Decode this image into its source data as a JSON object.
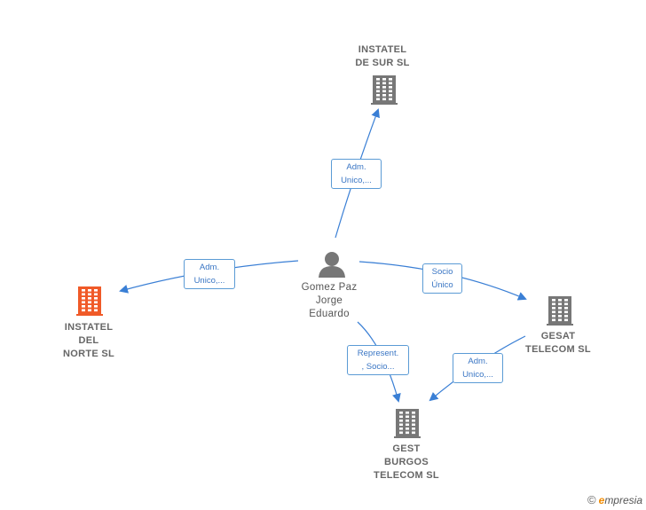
{
  "nodes": {
    "instatel_sur": {
      "lines": [
        "INSTATEL",
        "DE SUR  SL"
      ],
      "color": "#777777"
    },
    "instatel_norte": {
      "lines": [
        "INSTATEL",
        "DEL",
        "NORTE  SL"
      ],
      "color": "#f05a28"
    },
    "gesat": {
      "lines": [
        "GESAT",
        "TELECOM  SL"
      ],
      "color": "#777777"
    },
    "gest_burgos": {
      "lines": [
        "GEST",
        "BURGOS",
        "TELECOM  SL"
      ],
      "color": "#777777"
    },
    "person": {
      "lines": [
        "Gomez Paz",
        "Jorge",
        "Eduardo"
      ],
      "color": "#777777"
    }
  },
  "edges": {
    "to_sur": [
      "Adm.",
      "Unico,..."
    ],
    "to_norte": [
      "Adm.",
      "Unico,..."
    ],
    "to_gesat": [
      "Socio",
      "Único"
    ],
    "to_burgos": [
      "Represent.",
      ", Socio..."
    ],
    "gesat_to_burgos": [
      "Adm.",
      "Unico,..."
    ]
  },
  "edge_color": "#3a7fd5",
  "brand": {
    "copyright": "©",
    "initial": "e",
    "rest": "mpresia"
  }
}
